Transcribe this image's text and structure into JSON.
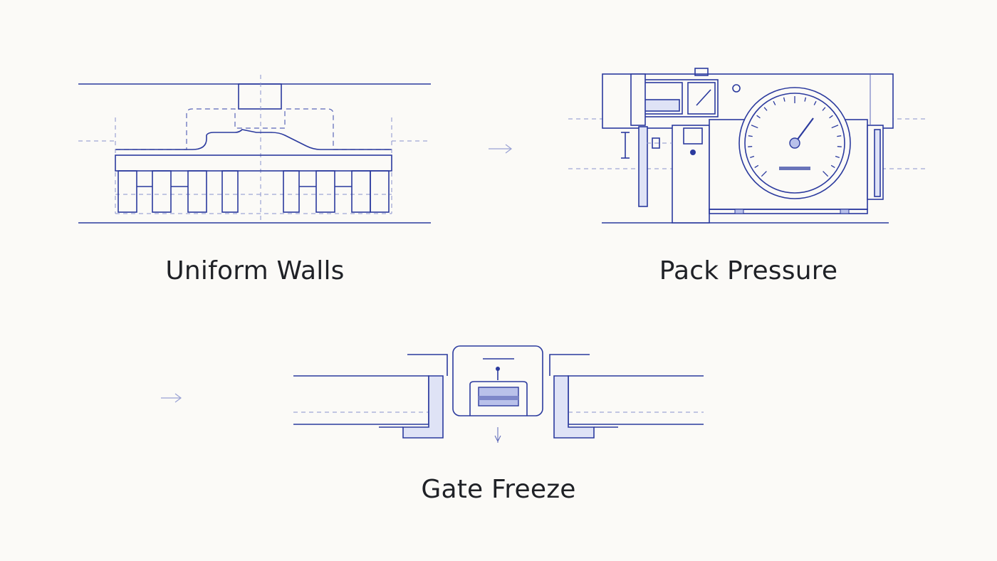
{
  "diagrams": [
    {
      "id": "uniform-walls",
      "label": "Uniform Walls"
    },
    {
      "id": "pack-pressure",
      "label": "Pack Pressure"
    },
    {
      "id": "gate-freeze",
      "label": "Gate Freeze"
    }
  ],
  "colors": {
    "line": "#2b3a9e",
    "fill_light": "#dfe3f6",
    "fill_medium": "#b9c1ea",
    "background": "#fbfaf7",
    "text": "#1f2126"
  }
}
